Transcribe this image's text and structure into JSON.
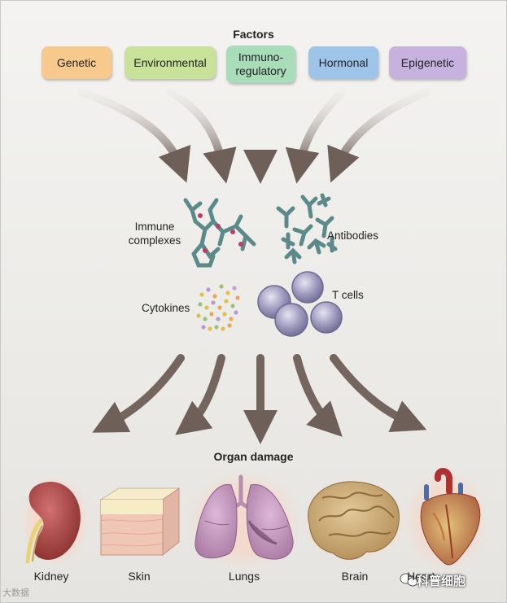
{
  "factors_title": "Factors",
  "factors": [
    {
      "label": "Genetic",
      "color": "#f7c98c"
    },
    {
      "label": "Environmental",
      "color": "#c9e29a"
    },
    {
      "label": "Immuno-\nregulatory",
      "color": "#a9dcb9"
    },
    {
      "label": "Hormonal",
      "color": "#9fc4ea"
    },
    {
      "label": "Epigenetic",
      "color": "#c6b1df"
    }
  ],
  "mediators": {
    "immune_complexes": "Immune\ncomplexes",
    "antibodies": "Antibodies",
    "cytokines": "Cytokines",
    "t_cells": "T cells"
  },
  "organ_title": "Organ damage",
  "organs": [
    "Kidney",
    "Skin",
    "Lungs",
    "Brain",
    "Heart"
  ],
  "watermark_left": "大数据",
  "watermark_right": "科普细胞",
  "colors": {
    "arrow": "#7a6a62",
    "antibody": "#5c8a8a",
    "cell": "#8e8aa8"
  }
}
